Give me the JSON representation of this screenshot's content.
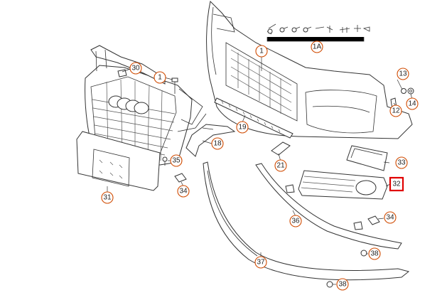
{
  "callouts": [
    {
      "id": "1A",
      "label": "1A"
    },
    {
      "id": "1-upper",
      "label": "1"
    },
    {
      "id": "1-left",
      "label": "1"
    },
    {
      "id": "12",
      "label": "12"
    },
    {
      "id": "13",
      "label": "13"
    },
    {
      "id": "14",
      "label": "14"
    },
    {
      "id": "18",
      "label": "18"
    },
    {
      "id": "19",
      "label": "19"
    },
    {
      "id": "21",
      "label": "21"
    },
    {
      "id": "30",
      "label": "30"
    },
    {
      "id": "31",
      "label": "31"
    },
    {
      "id": "32",
      "label": "32",
      "highlighted": true,
      "highlight_color": "#e00000"
    },
    {
      "id": "33",
      "label": "33"
    },
    {
      "id": "34-left",
      "label": "34"
    },
    {
      "id": "34-right",
      "label": "34"
    },
    {
      "id": "35",
      "label": "35"
    },
    {
      "id": "36",
      "label": "36"
    },
    {
      "id": "37",
      "label": "37"
    },
    {
      "id": "38-mid",
      "label": "38"
    },
    {
      "id": "38-bottom",
      "label": "38"
    }
  ],
  "colors": {
    "callout_ring": "#d04a00",
    "highlight": "#e00000",
    "line": "#333333"
  }
}
